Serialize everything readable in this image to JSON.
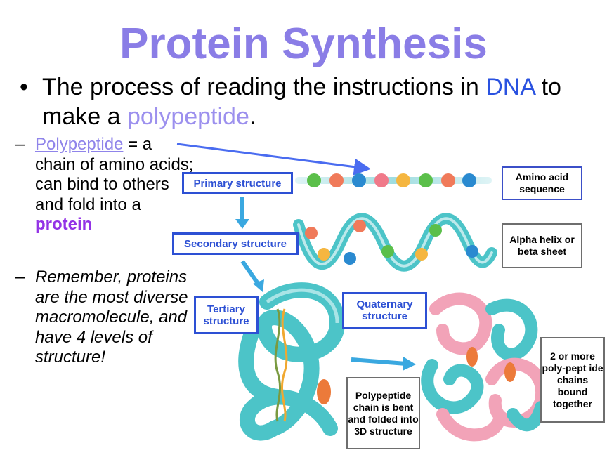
{
  "title": "Protein Synthesis",
  "bullet": {
    "symbol": "•",
    "before": "The process of reading the instructions in ",
    "dna": "DNA",
    "middle": " to make a ",
    "polypeptide": "polypeptide",
    "after": "."
  },
  "sub1": {
    "dash": "–",
    "term": "Polypeptide",
    "definition": " = a chain of amino acids; can bind to others and fold into a ",
    "protein": "protein"
  },
  "sub2": {
    "dash": "–",
    "text": "Remember, proteins are the most diverse macromolecule, and have 4 levels of structure!"
  },
  "diagram": {
    "primary": "Primary structure",
    "secondary": "Secondary structure",
    "tertiary": "Tertiary structure",
    "quaternary": "Quaternary structure",
    "note_amino": "Amino acid sequence",
    "note_alpha": "Alpha helix or beta sheet",
    "note_tertiary": "Polypeptide chain is bent and folded into 3D structure",
    "note_quaternary": "2 or more poly-pept ide chains bound together"
  },
  "colors": {
    "title": "#8a7de6",
    "dna": "#2a52e0",
    "polypeptide": "#9c90ee",
    "protein": "#9333e6",
    "label_border": "#2d50d4",
    "ribbon": "#4cc4c8",
    "pink_ribbon": "#f2a3b8"
  }
}
